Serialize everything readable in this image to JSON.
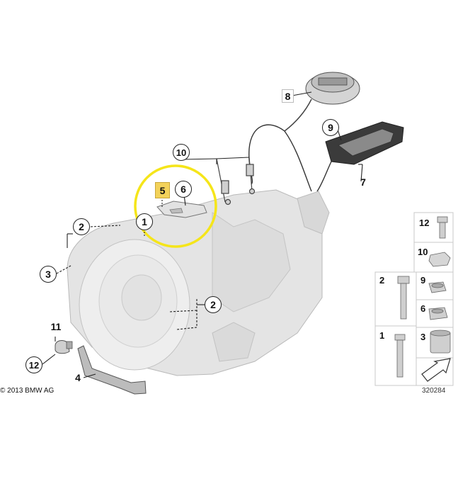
{
  "callouts": {
    "c8": "8",
    "c9": "9",
    "c7": "7",
    "c10": "10",
    "c5": "5",
    "c6": "6",
    "c1": "1",
    "c2a": "2",
    "c3": "3",
    "c2b": "2",
    "c11": "11",
    "c12": "12",
    "c4": "4"
  },
  "parts_panel": {
    "p12": "12",
    "p10": "10",
    "p2": "2",
    "p9": "9",
    "p6": "6",
    "p1": "1",
    "p3": "3"
  },
  "footer": {
    "copyright": "© 2013 BMW AG",
    "image_id": "320284"
  },
  "colors": {
    "highlight_circle": "#f5e51a",
    "highlight_label": "#f3d25a",
    "line": "#222222",
    "part_fill": "#e6e6e6"
  }
}
